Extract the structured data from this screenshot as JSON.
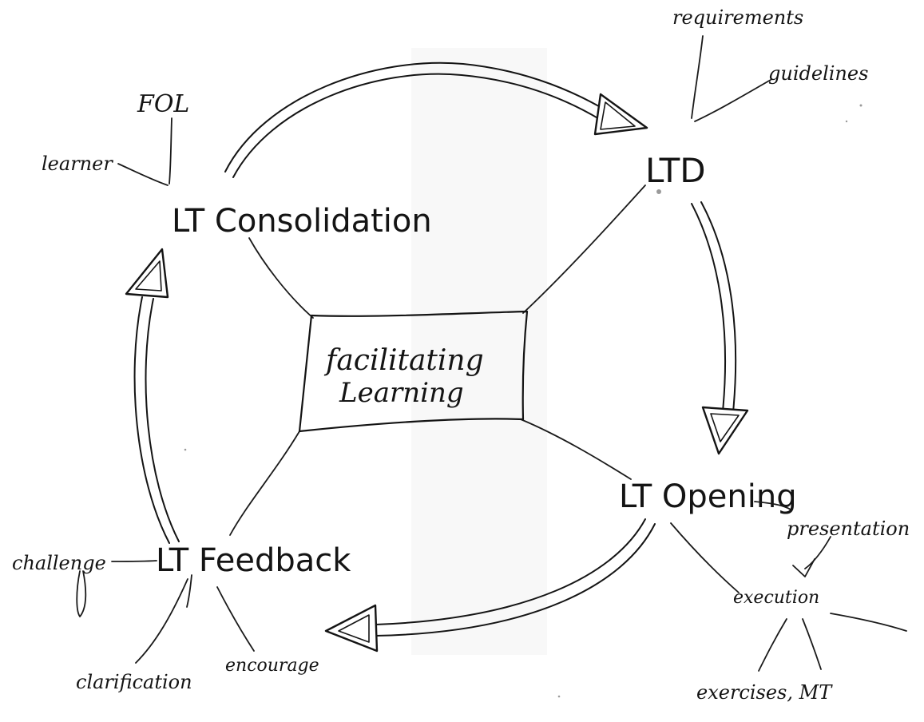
{
  "diagram": {
    "center_box": {
      "line1": "facilitating",
      "line2": "Learning"
    },
    "nodes": {
      "consolidation": "LT Consolidation",
      "ltd": "LTD",
      "opening": "LT Opening",
      "feedback": "LT Feedback"
    },
    "branches": {
      "fol": "FOL",
      "learner": "learner",
      "requirements": "requirements",
      "guidelines": "guidelines",
      "presentation": "presentation",
      "execution": "execution",
      "exercises": "exercises, MT",
      "challenge": "challenge",
      "clarification": "clarification",
      "encourage": "encourage"
    }
  },
  "colors": {
    "ink": "#141414",
    "paper": "#ffffff"
  }
}
